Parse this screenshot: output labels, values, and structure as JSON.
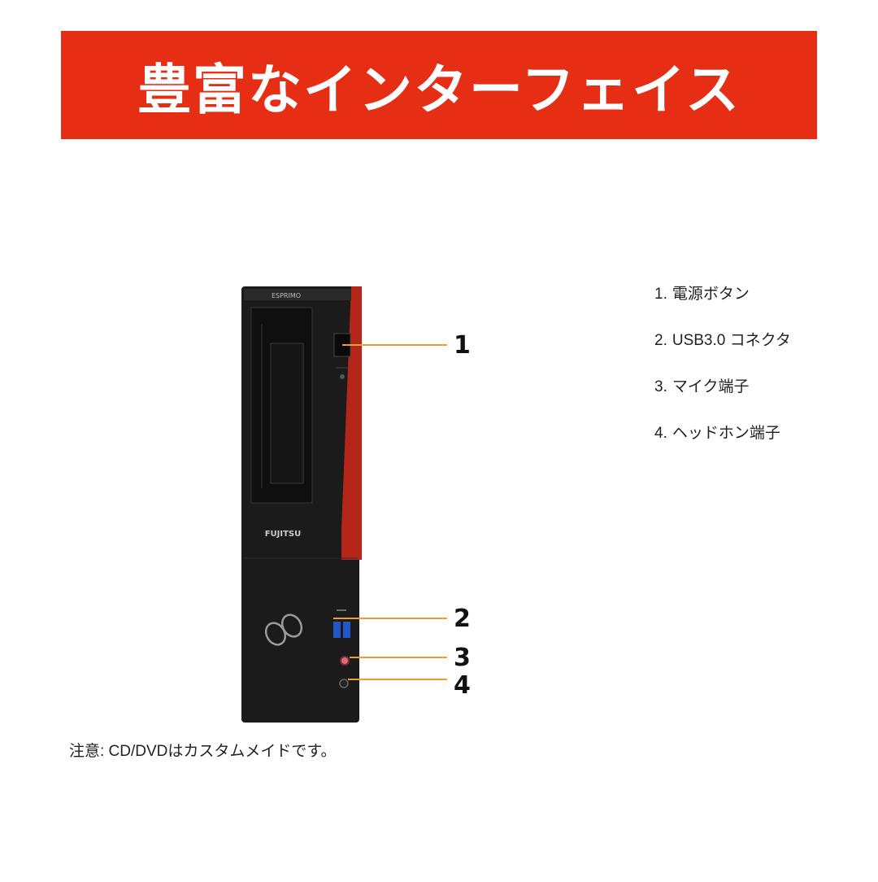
{
  "banner": {
    "title": "豊富なインターフェイス"
  },
  "device": {
    "model_label": "ESPRIMO",
    "brand_label": "FUJITSU"
  },
  "callouts": [
    "1",
    "2",
    "3",
    "4"
  ],
  "legend": [
    {
      "num": "1.",
      "label": "電源ボタン"
    },
    {
      "num": "2.",
      "label": "USB3.0 コネクタ"
    },
    {
      "num": "3.",
      "label": "マイク端子"
    },
    {
      "num": "4.",
      "label": "ヘッドホン端子"
    }
  ],
  "note": "注意: CD/DVDはカスタムメイドです。",
  "colors": {
    "banner": "#e52e13",
    "callout_line": "#f29a2e",
    "case": "#1a1a1a",
    "accent": "#c0281a"
  }
}
